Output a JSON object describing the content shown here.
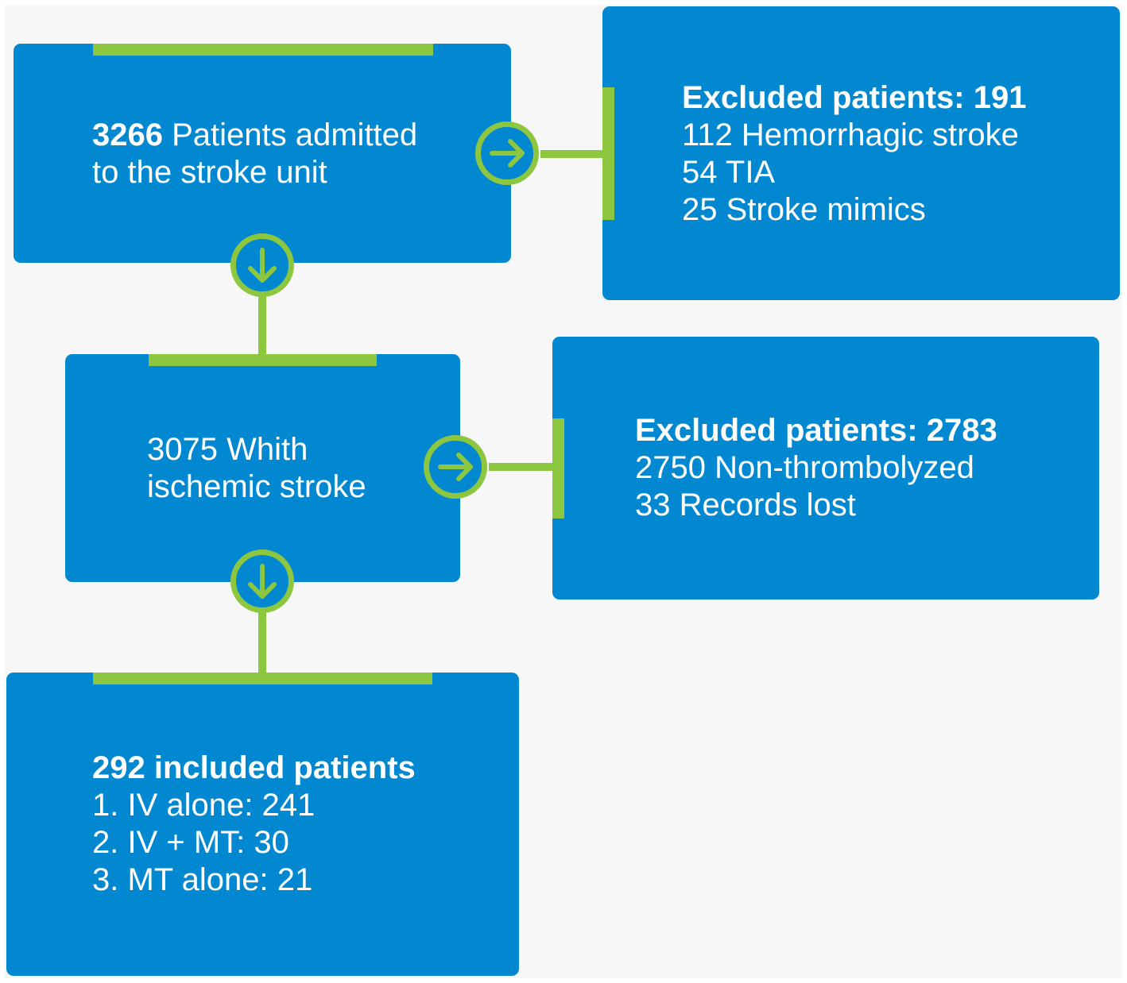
{
  "flow": {
    "admitted": {
      "number": "3266",
      "text_line1": " Patients admitted",
      "text_line2": "to the stroke unit"
    },
    "excluded1": {
      "title": "Excluded patients: 191",
      "items": [
        "112 Hemorrhagic stroke",
        "54 TIA",
        "25 Stroke mimics"
      ]
    },
    "ischemic": {
      "line1": "3075 Whith",
      "line2": "ischemic stroke"
    },
    "excluded2": {
      "title": "Excluded patients: 2783",
      "items": [
        "2750 Non-thrombolyzed",
        "33 Records lost"
      ]
    },
    "included": {
      "title": "292 included patients",
      "items": [
        "1. IV alone: 241",
        "2. IV + MT: 30",
        "3. MT alone: 21"
      ]
    }
  },
  "colors": {
    "box": "#0288d1",
    "accent": "#8dc63f",
    "background": "#f7f7f7",
    "text": "#ffffff"
  },
  "icons": {
    "down": "arrow-down-circle-icon",
    "right": "arrow-right-circle-icon"
  }
}
